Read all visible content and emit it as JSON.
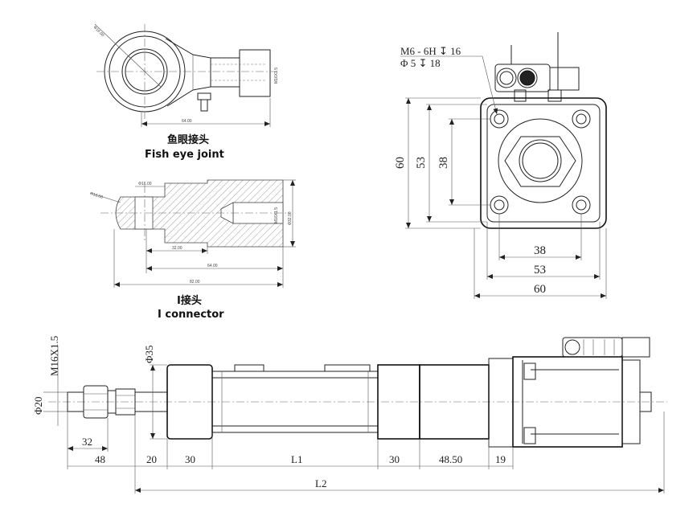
{
  "fish_eye": {
    "caption_cn": "鱼眼接头",
    "caption_en": "Fish eye joint",
    "dims": {
      "dia": "Φ16.00",
      "thread": "M16X1.5",
      "length": "64.00"
    }
  },
  "i_connector": {
    "caption_cn": "I接头",
    "caption_en": "I connector",
    "dims": {
      "radius": "R16.00",
      "dia": "Φ16.00",
      "thread": "M16X1.5",
      "outer_dia": "Φ32.00",
      "len1": "32.00",
      "len2": "64.00",
      "len3": "82.00"
    }
  },
  "flange_view": {
    "hole_spec_line1": "M6 - 6H ↧ 16",
    "hole_spec_line2": "Φ 5 ↧ 18",
    "dim_60_v": "60",
    "dim_53_v": "53",
    "dim_38_v": "38",
    "dim_38_h": "38",
    "dim_53_h": "53",
    "dim_60_h": "60"
  },
  "side_view": {
    "thread": "M16X1.5",
    "rod_dia": "Φ20",
    "body_dia": "Φ35",
    "dims": {
      "d32": "32",
      "d48": "48",
      "d20": "20",
      "d30a": "30",
      "L1": "L1",
      "d30b": "30",
      "d48_50": "48.50",
      "d19": "19",
      "L2": "L2"
    }
  }
}
